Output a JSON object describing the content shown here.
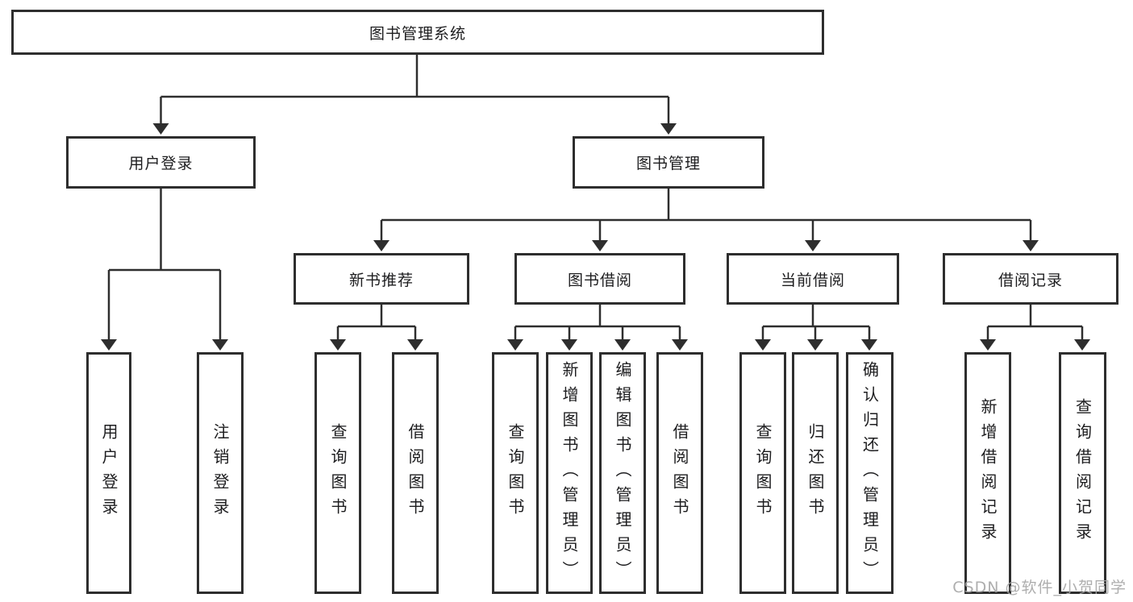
{
  "diagram_type": "hierarchy-tree",
  "tree": {
    "label": "图书管理系统",
    "children": [
      {
        "label": "用户登录",
        "children": [
          {
            "label": "用户登录"
          },
          {
            "label": "注销登录"
          }
        ]
      },
      {
        "label": "图书管理",
        "children": [
          {
            "label": "新书推荐",
            "children": [
              {
                "label": "查询图书"
              },
              {
                "label": "借阅图书"
              }
            ]
          },
          {
            "label": "图书借阅",
            "children": [
              {
                "label": "查询图书"
              },
              {
                "label": "新增图书（管理员）"
              },
              {
                "label": "编辑图书（管理员）"
              },
              {
                "label": "借阅图书"
              }
            ]
          },
          {
            "label": "当前借阅",
            "children": [
              {
                "label": "查询图书"
              },
              {
                "label": "归还图书"
              },
              {
                "label": "确认归还（管理员）"
              }
            ]
          },
          {
            "label": "借阅记录",
            "children": [
              {
                "label": "新增借阅记录"
              },
              {
                "label": "查询借阅记录"
              }
            ]
          }
        ]
      }
    ]
  },
  "watermark": {
    "text": "CSDN @软件_小贺同学"
  },
  "colors": {
    "line": "#2e2e2e",
    "box_border": "#2e2e2e",
    "text": "#1d1d1f",
    "background": "#ffffff",
    "watermark": "#a6a6a6"
  }
}
